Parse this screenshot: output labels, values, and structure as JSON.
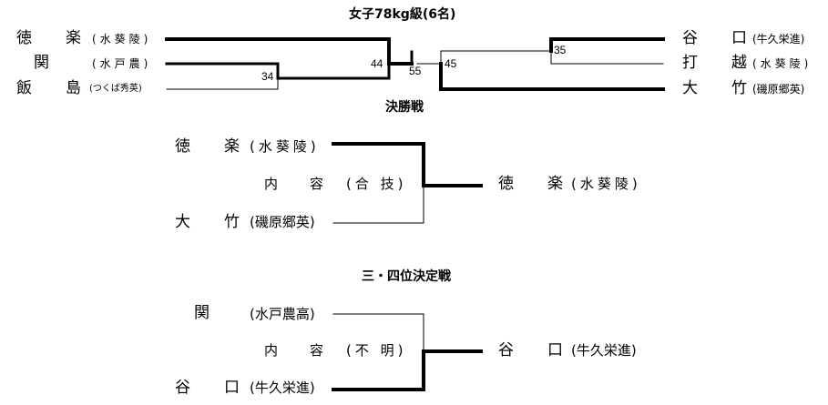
{
  "bracket": {
    "title": "女子78kg級(6名)",
    "left": [
      {
        "name": "徳　楽",
        "school": "(水葵陵)"
      },
      {
        "name": "関",
        "school": "(水戸農)"
      },
      {
        "name": "飯　島",
        "school": "(つくば秀英)"
      }
    ],
    "right": [
      {
        "name": "谷　口",
        "school": "(牛久栄進)"
      },
      {
        "name": "打　越",
        "school": "(水葵陵)"
      },
      {
        "name": "大　竹",
        "school": "(磯原郷英)"
      }
    ],
    "scores": {
      "m34": "34",
      "m44": "44",
      "m55": "55",
      "m45": "45",
      "m35": "35"
    }
  },
  "final": {
    "title": "決勝戦",
    "top": {
      "name": "徳　楽",
      "school": "(水葵陵)"
    },
    "bottom": {
      "name": "大　竹",
      "school": "(磯原郷英)"
    },
    "detail_label": "内　容",
    "detail_value": "(合 技)",
    "winner": {
      "name": "徳　楽",
      "school": "(水葵陵)"
    }
  },
  "third": {
    "title": "三・四位決定戦",
    "top": {
      "name": "関",
      "school": "(水戸農高)"
    },
    "bottom": {
      "name": "谷　口",
      "school": "(牛久栄進)"
    },
    "detail_label": "内　容",
    "detail_value": "(不 明)",
    "winner": {
      "name": "谷　口",
      "school": "(牛久栄進)"
    }
  }
}
